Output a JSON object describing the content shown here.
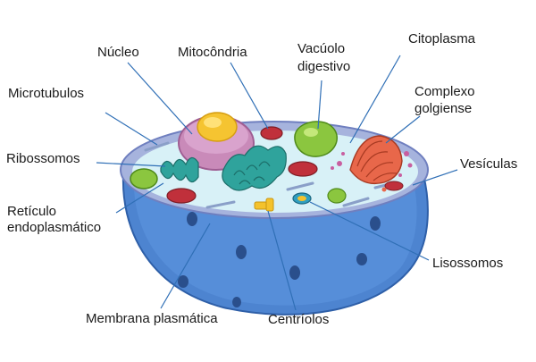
{
  "labels": {
    "nucleo": "Núcleo",
    "mitocondria": "Mitocôndria",
    "vacuolo_1": "Vacúolo",
    "vacuolo_2": "digestivo",
    "citoplasma": "Citoplasma",
    "microtubulos": "Microtubulos",
    "complexo_1": "Complexo",
    "complexo_2": "golgiense",
    "ribossomos": "Ribossomos",
    "vesiculas": "Vesículas",
    "reticulo_1": "Retículo",
    "reticulo_2": "endoplasmático",
    "lisossomos": "Lisossomos",
    "membrana": "Membrana plasmática",
    "centriolos": "Centríolos"
  },
  "colors": {
    "leader_line": "#2f6fb6",
    "membrane_outer": "#3f78c8",
    "membrane_side": "#5b8fd8",
    "cytoplasm": "#d8f1f7",
    "membrane_rim": "#9aa9d6",
    "nucleus_envelope": "#c98ab9",
    "nucleolus": "#f5c431",
    "mitochondria": "#c0303b",
    "vacuole": "#8bc63f",
    "golgi": "#e8674a",
    "er": "#2fa39c",
    "lysosome": "#2f9fc0",
    "centriole": "#f4c22c"
  }
}
